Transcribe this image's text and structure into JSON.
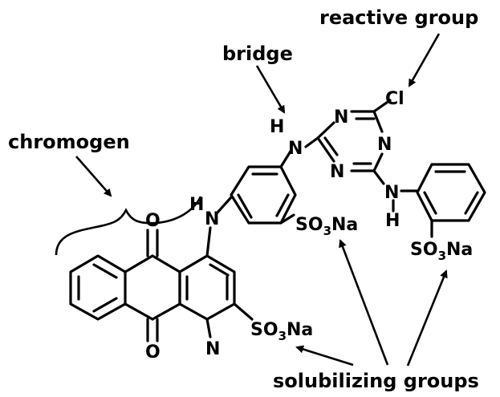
{
  "labels": {
    "reactive_group": "reactive group",
    "bridge": "bridge",
    "chromogen": "chromogen",
    "solubilizing_groups": "solubilizing groups"
  },
  "atoms": {
    "cl": "Cl",
    "n": "N",
    "h": "H",
    "o": "O",
    "so3na_s": "S",
    "so3na_o": "O",
    "so3na_3": "3",
    "so3na_na": "Na"
  },
  "colors": {
    "ink": "#000000",
    "background": "#ffffff"
  }
}
